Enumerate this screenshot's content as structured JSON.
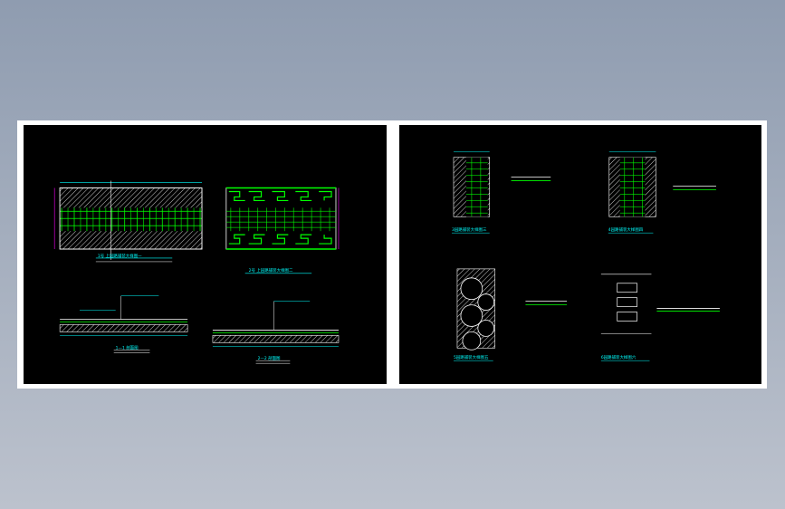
{
  "colors": {
    "background": "#98a3b5",
    "sheet": "#000000",
    "outline": "#ffffff",
    "annotation": "#00ffff",
    "paving": "#00ff00",
    "hatch": "#ffffff",
    "accent": "#ff00ff",
    "dimension": "#ffff00"
  },
  "left_sheet": {
    "plan_1_title": "1号 上园路铺装大样图一",
    "plan_2_title": "2号 上园路铺装大样图二",
    "section_1_title": "1—1 剖面图",
    "section_2_title": "2—2 剖面图"
  },
  "right_sheet": {
    "detail_3_title": "3园路铺装大样图三",
    "detail_4_title": "4园路铺装大样图四",
    "detail_5_title": "5园路铺装大样图五",
    "detail_6_title": "6园路铺装大样图六"
  }
}
